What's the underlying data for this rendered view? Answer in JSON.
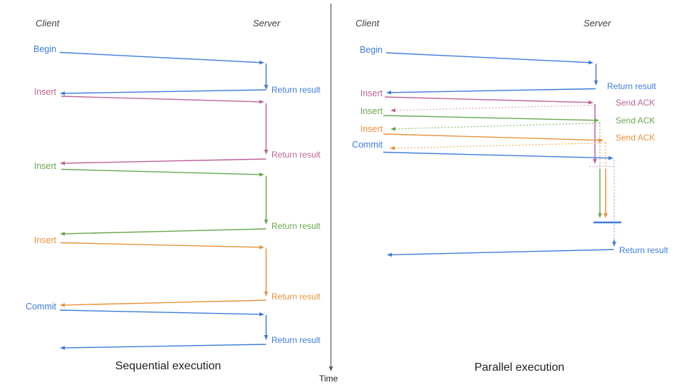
{
  "palette": {
    "blue": "#3e7cd9",
    "blueL": "#94b7ee",
    "pink": "#bd6397",
    "pinkL": "#dcb0ca",
    "green": "#68a74e",
    "greenL": "#92c47d",
    "orange": "#e8913b",
    "orangeL": "#f2b367",
    "divider": "#5a5a5a",
    "heading": "#3e4043",
    "title": "#202124"
  },
  "divider": {
    "time_label": "Time"
  },
  "left_panel": {
    "title": "Sequential execution",
    "client_header": "Client",
    "server_header": "Server",
    "operations": [
      {
        "label": "Begin",
        "color": "blue",
        "return_label": "Return result"
      },
      {
        "label": "Insert",
        "color": "pink",
        "return_label": "Return result"
      },
      {
        "label": "Insert",
        "color": "green",
        "return_label": "Return result"
      },
      {
        "label": "Insert",
        "color": "orange",
        "return_label": "Return result"
      },
      {
        "label": "Commit",
        "color": "blue",
        "return_label": "Return result"
      }
    ]
  },
  "right_panel": {
    "title": "Parallel execution",
    "client_header": "Client",
    "server_header": "Server",
    "operations": [
      {
        "label": "Begin",
        "color": "blue",
        "server_label": "Return result"
      },
      {
        "label": "Insert",
        "color": "pink",
        "server_label": "Send ACK"
      },
      {
        "label": "Insert",
        "color": "green",
        "server_label": "Send ACK"
      },
      {
        "label": "Insert",
        "color": "orange",
        "server_label": "Send ACK"
      },
      {
        "label": "Commit",
        "color": "blue"
      }
    ],
    "final_return_label": "Return result"
  }
}
